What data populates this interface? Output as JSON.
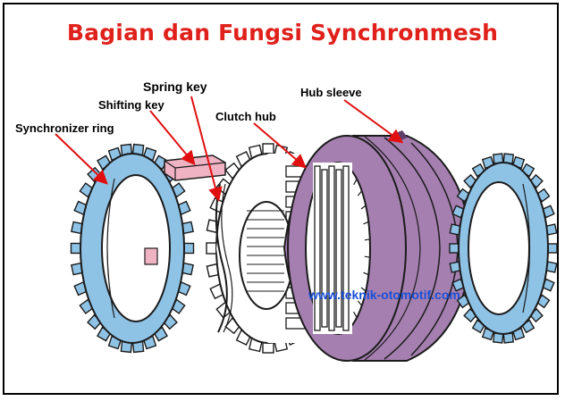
{
  "title": "Bagian dan Fungsi Synchronmesh",
  "labels": {
    "spring_key": "Spring key",
    "shifting_key": "Shifting key",
    "clutch_hub": "Clutch hub",
    "hub_sleeve": "Hub sleeve",
    "synchronizer_ring": "Synchronizer ring"
  },
  "watermark": "www.teknik-otomotif.com",
  "colors": {
    "title": "#e0201b",
    "ring": "#8fc3e6",
    "sleeve": "#a57fb0",
    "key": "#f0b3c4",
    "hub": "#ffffff",
    "arrow": "#e01010",
    "watermark": "#1a4fd6"
  }
}
